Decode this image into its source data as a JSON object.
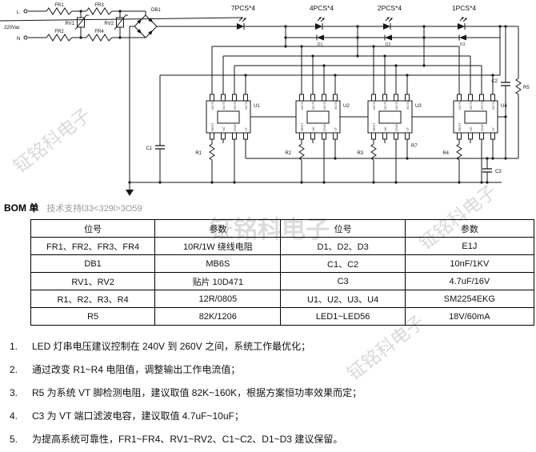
{
  "schematic": {
    "terminals": {
      "l": "L",
      "n": "N",
      "voltage": "220Vac"
    },
    "fuses": [
      "FR1",
      "FR2",
      "FR3",
      "FR4"
    ],
    "varistors": [
      "RV1",
      "RV2"
    ],
    "bridge": "DB1",
    "led_groups": [
      "7PCS*4",
      "4PCS*4",
      "2PCS*4",
      "1PCS*4"
    ],
    "bypass_diodes": [
      "D1",
      "D2",
      "D3"
    ],
    "ics": [
      {
        "name": "U1",
        "rext": "R1"
      },
      {
        "name": "U2",
        "rext": "R2"
      },
      {
        "name": "U3",
        "rext": "R3"
      },
      {
        "name": "U4",
        "rext": "R4"
      }
    ],
    "pin_labels": {
      "top": [
        "OUT1",
        "OUT2",
        "OUT3",
        "OUT4"
      ],
      "bottom": [
        "REXT",
        "NC",
        "GND",
        "VT"
      ]
    },
    "caps": {
      "c1": "C1",
      "c2": "C2",
      "c3": "C3"
    },
    "res": {
      "r5": "R5",
      "r7": "R7"
    }
  },
  "bom": {
    "title": "BOM 单",
    "support": "技术支持l33<329l>3O59",
    "headers": [
      "位号",
      "参数",
      "位号",
      "参数"
    ],
    "rows": [
      [
        "FR1、FR2、FR3、FR4",
        "10R/1W 绕线电阻",
        "D1、D2、D3",
        "E1J"
      ],
      [
        "DB1",
        "MB6S",
        "C1、C2",
        "10nF/1KV"
      ],
      [
        "RV1、RV2",
        "贴片 10D471",
        "C3",
        "4.7uF/16V"
      ],
      [
        "R1、R2、R3、R4",
        "12R/0805",
        "U1、U2、U3、U4",
        "SM2254EKG"
      ],
      [
        "R5",
        "82K/1206",
        "LED1~LED56",
        "18V/60mA"
      ]
    ]
  },
  "notes": {
    "items": [
      {
        "num": "1.",
        "text": "LED 灯串电压建议控制在 240V 到 260V 之间，系统工作最优化；"
      },
      {
        "num": "2.",
        "text": "通过改变 R1~R4 电阻值，调整输出工作电流值；"
      },
      {
        "num": "3.",
        "text": "R5 为系统 VT 脚检测电阻，建议取值 82K~160K，根据方案恒功率效果而定；"
      },
      {
        "num": "4.",
        "text": "C3 为 VT 端口滤波电容，建议取值 4.7uF~10uF；"
      },
      {
        "num": "5.",
        "text": "为提高系统可靠性，FR1~FR4、RV1~RV2、C1~C2、D1~D3 建议保留。"
      }
    ]
  },
  "watermark": {
    "text": "钲铭科电子"
  }
}
